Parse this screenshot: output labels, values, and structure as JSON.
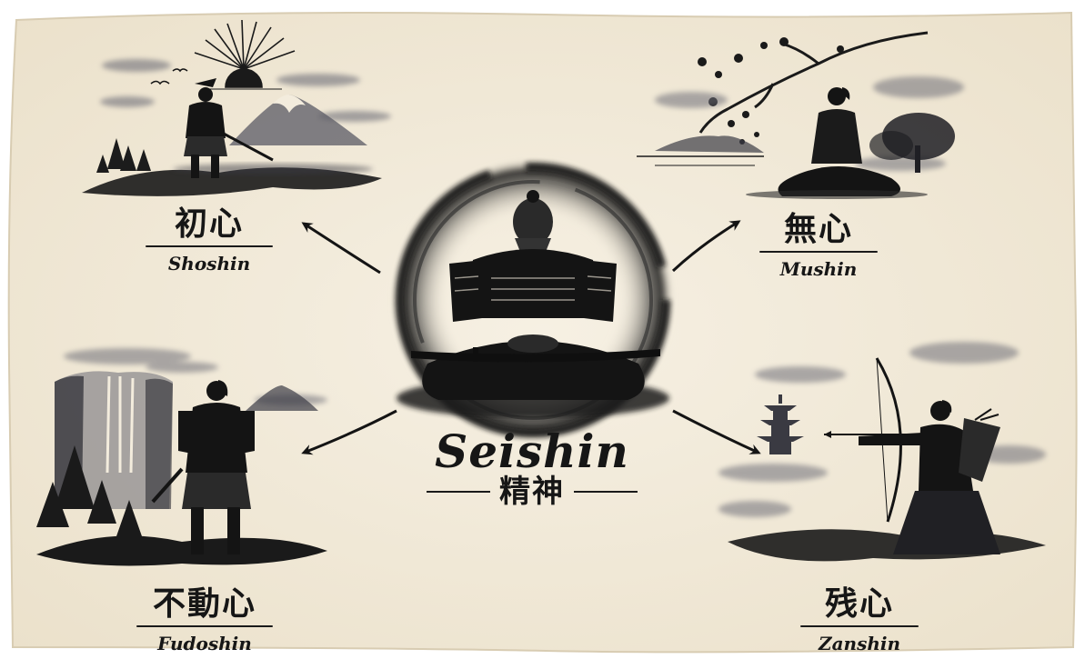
{
  "center": {
    "romaji": "Seishin",
    "kanji": "精神"
  },
  "concepts": [
    {
      "id": "shoshin",
      "kanji": "初心",
      "romaji": "Shoshin"
    },
    {
      "id": "mushin",
      "kanji": "無心",
      "romaji": "Mushin"
    },
    {
      "id": "fudoshin",
      "kanji": "不動心",
      "romaji": "Fudoshin"
    },
    {
      "id": "zanshin",
      "kanji": "残心",
      "romaji": "Zanshin"
    }
  ],
  "colors": {
    "paper": "#f3ecdd",
    "paper_edge": "#e6dcc6",
    "ink": "#141414",
    "wash": "#7a7a86"
  },
  "icons": [
    "seated-samurai-icon",
    "standing-samurai-icon",
    "meditating-figure-icon",
    "armored-samurai-icon",
    "archer-icon",
    "mountain-icon",
    "sun-icon",
    "waterfall-icon",
    "pagoda-icon",
    "arrow-icon"
  ]
}
